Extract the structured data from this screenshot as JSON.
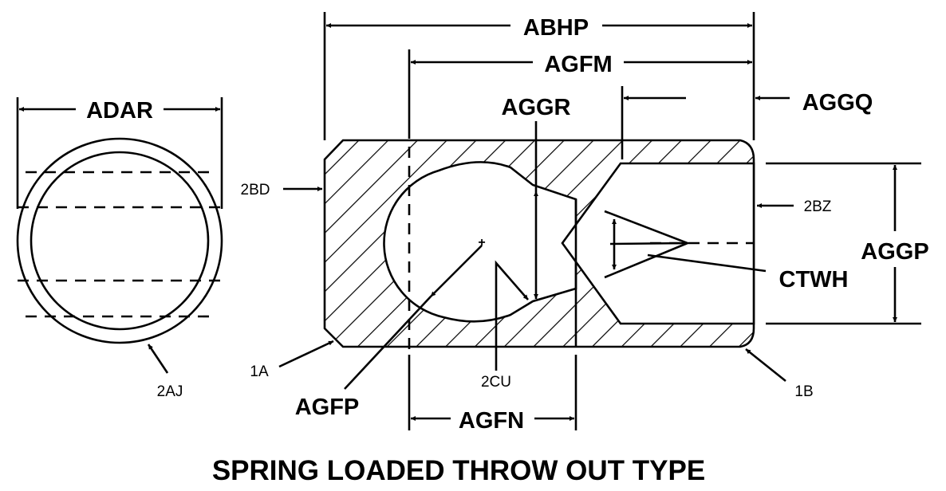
{
  "title": "SPRING LOADED THROW OUT TYPE",
  "labels": {
    "ABHP": "ABHP",
    "AGFM": "AGFM",
    "AGGQ": "AGGQ",
    "AGGR": "AGGR",
    "ADAR": "ADAR",
    "2BD": "2BD",
    "2BZ": "2BZ",
    "AGGP": "AGGP",
    "CTWH": "CTWH",
    "1A": "1A",
    "AGFP": "AGFP",
    "2CU": "2CU",
    "AGFN": "AGFN",
    "1B": "1B",
    "2AJ": "2AJ"
  }
}
